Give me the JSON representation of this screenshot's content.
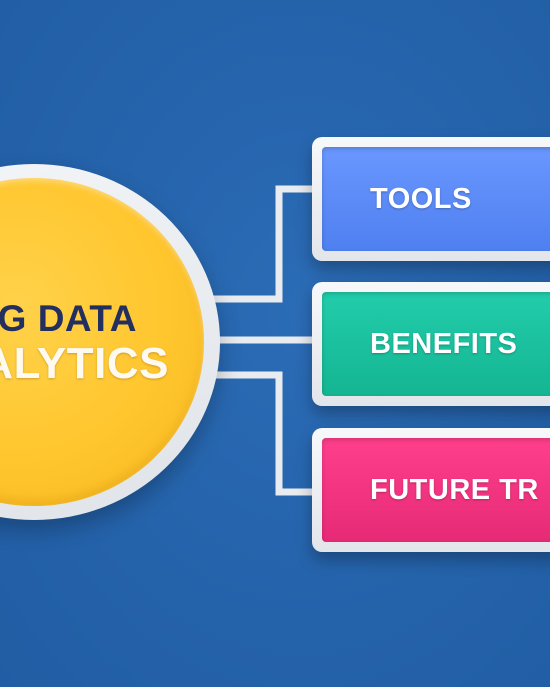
{
  "hub": {
    "line1": "G DATA",
    "line2": "ALYTICS",
    "color": "#ffc62e"
  },
  "nodes": [
    {
      "label": "TOOLS",
      "color": "#5b8cf5"
    },
    {
      "label": "BENEFITS",
      "color": "#1cc1a0"
    },
    {
      "label": "FUTURE TR",
      "color": "#f0337f"
    }
  ],
  "colors": {
    "background": "#2565ad",
    "connector": "#e8ebef",
    "hub_text": "#23305f"
  }
}
